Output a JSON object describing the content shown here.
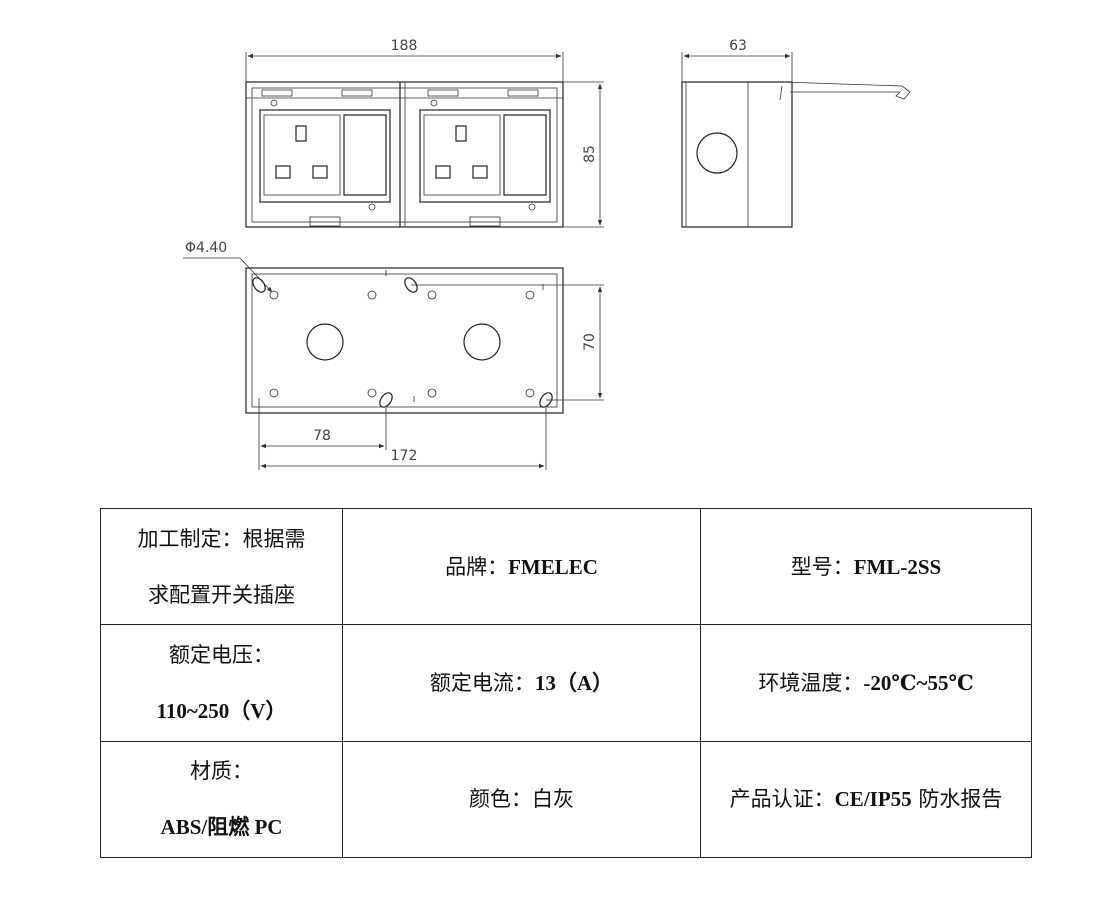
{
  "drawing": {
    "dims": {
      "front_width": "188",
      "front_height": "85",
      "side_depth": "63",
      "hole_diameter": "Φ4.40",
      "base_height": "70",
      "base_hole_offset": "78",
      "base_hole_span": "172"
    }
  },
  "specs": {
    "row1": {
      "process_label": "加工制定：根据需",
      "process_value": "求配置开关插座",
      "brand_label": "品牌：",
      "brand_value": "FMELEC",
      "model_label": "型号：",
      "model_value": "FML-2SS"
    },
    "row2": {
      "voltage_label": "额定电压：",
      "voltage_value": "110~250（V）",
      "current_label": "额定电流：",
      "current_value": "13（A）",
      "temp_label": "环境温度：",
      "temp_value": "-20℃~55℃"
    },
    "row3": {
      "material_label": "材质：",
      "material_value": "ABS/阻燃 PC",
      "color_label": "颜色：",
      "color_value": "白灰",
      "cert_label": "产品认证：",
      "cert_value": "CE/IP55",
      "cert_suffix": " 防水报告"
    }
  }
}
